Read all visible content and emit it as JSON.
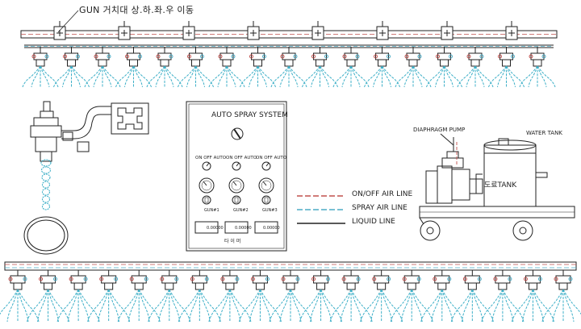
{
  "header": {
    "title": "GUN 거치대 상.하.좌.우 이동"
  },
  "panel": {
    "title": "AUTO SPRAY SYSTEM",
    "switch_labels": [
      "ON OFF AUTO",
      "ON OFF AUTO",
      "ON OFF AUTO"
    ],
    "gun_labels": [
      "GUN#1",
      "GUN#2",
      "GUN#3"
    ],
    "displays": [
      "0.00000",
      "0.00000",
      "0.00000"
    ],
    "timer_label": "타 이 머"
  },
  "equipment": {
    "pump_label": "DIAPHRAGM PUMP",
    "tank_label": "WATER TANK",
    "tank_text": "도료TANK"
  },
  "legend": [
    {
      "label": "ON/OFF AIR LINE",
      "color": "#c0504d"
    },
    {
      "label": "SPRAY AIR LINE",
      "color": "#4bacc6"
    },
    {
      "label": "LIQUID LINE",
      "color": "#222222"
    }
  ],
  "colors": {
    "line": "#222222",
    "spray": "#3fb0c8",
    "air": "#c0504d",
    "airline": "#4bacc6"
  },
  "top_rail": {
    "nozzle_count": 17,
    "bracket_count": 8
  },
  "bottom_rail": {
    "nozzle_count": 19
  }
}
